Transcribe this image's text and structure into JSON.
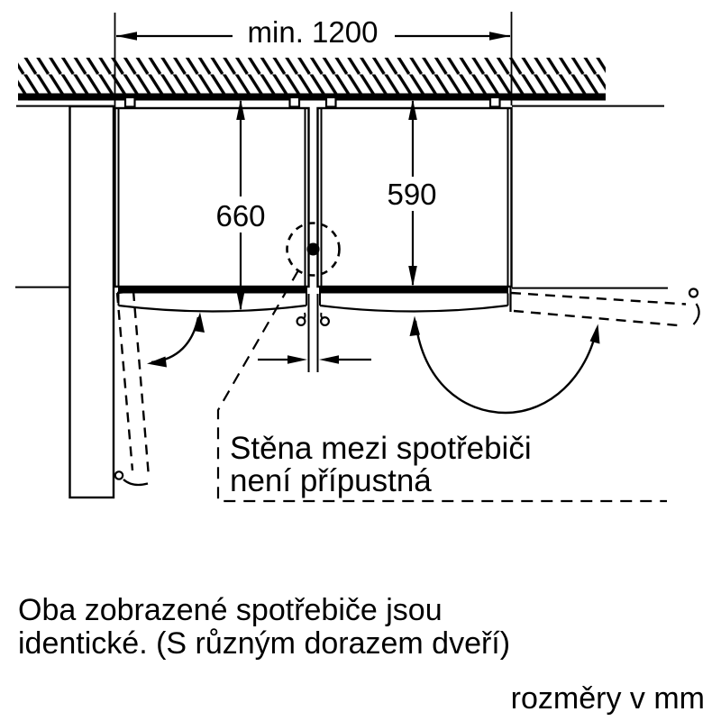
{
  "diagram": {
    "dimensions": {
      "niche_width": "min. 1200",
      "depth_with_door": "660",
      "depth_body": "590"
    },
    "note": {
      "line1": "Stěna mezi spotřebiči",
      "line2": "není přípustná"
    },
    "caption": {
      "line1": "Oba zobrazené spotřebiče jsou",
      "line2": "identické. (S různým dorazem dveří)"
    },
    "units": "rozměry v mm",
    "colors": {
      "line": "#000000",
      "background": "#ffffff"
    }
  }
}
